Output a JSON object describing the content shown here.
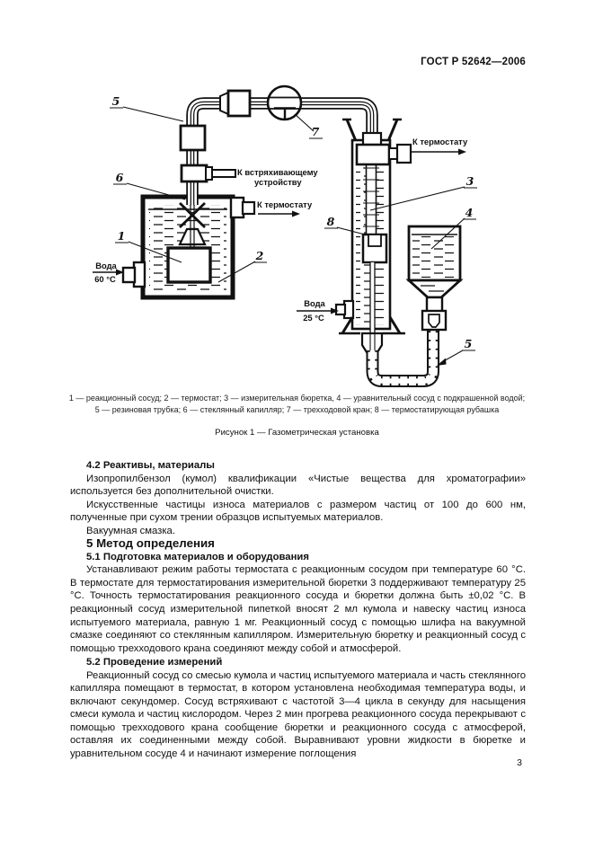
{
  "header": {
    "doc_code": "ГОСТ Р 52642—2006"
  },
  "figure": {
    "caption_line1": "1 — реакционный сосуд; 2 — термостат; 3 — измерительная бюретка, 4 — уравнительный сосуд с подкрашенной водой;",
    "caption_line2": "5 — резиновая трубка; 6 — стеклянный капилляр; 7 — трехходовой кран; 8 — термостатирующая рубашка",
    "title": "Рисунок 1 — Газометрическая установка",
    "callouts": {
      "c1": "1",
      "c2": "2",
      "c3": "3",
      "c4": "4",
      "c5a": "5",
      "c5b": "5",
      "c6": "6",
      "c7": "7",
      "c8": "8"
    },
    "annotations": {
      "water60_line1": "Вода",
      "water60_line2": "60 °С",
      "to_thermostat_bath": "К термостату",
      "to_shaker_line1": "К встряхивающему",
      "to_shaker_line2": "устройству",
      "to_thermostat_jacket": "К термостату",
      "water25_line1": "Вода",
      "water25_line2": "25 °С"
    }
  },
  "sections": {
    "s42": {
      "heading": "4.2  Реактивы, материалы",
      "p1": "Изопропилбензол (кумол) квалификации «Чистые вещества для хроматографии» используется без дополнительной очистки.",
      "p2": "Искусственные частицы износа материалов с размером частиц от 100 до 600 нм, полученные при сухом трении образцов испытуемых материалов.",
      "p3": "Вакуумная смазка."
    },
    "s5": {
      "heading": "5  Метод определения"
    },
    "s51": {
      "heading": "5.1  Подготовка материалов и оборудования",
      "p1": "Устанавливают режим работы термостата с реакционным сосудом при температуре 60 °С. В термостате для термостатирования измерительной бюретки 3 поддерживают температуру 25 °С. Точность термостатирования реакционного сосуда и бюретки должна быть ±0,02 °С. В реакционный сосуд измерительной пипеткой вносят 2 мл кумола и навеску частиц износа испытуемого материала, равную 1 мг. Реакционный сосуд с помощью шлифа на вакуумной смазке соединяют со стеклянным капилляром. Измерительную бюретку и реакционный сосуд с помощью трехходового крана соединяют между собой и атмосферой."
    },
    "s52": {
      "heading": "5.2  Проведение измерений",
      "p1": "Реакционный сосуд со смесью кумола и частиц испытуемого материала и часть стеклянного капилляра помещают в термостат, в котором установлена необходимая температура воды, и включают секундомер. Сосуд встряхивают с частотой 3—4 цикла в секунду для насыщения смеси кумола и частиц кислородом. Через 2 мин прогрева реакционного сосуда перекрывают с помощью трехходового крана сообщение бюретки и реакционного сосуда с атмосферой, оставляя их соединенными между собой. Выравнивают уровни жидкости в бюретке и уравнительном сосуде 4 и начинают измерение поглощения"
    }
  },
  "footer": {
    "page_number": "3"
  }
}
